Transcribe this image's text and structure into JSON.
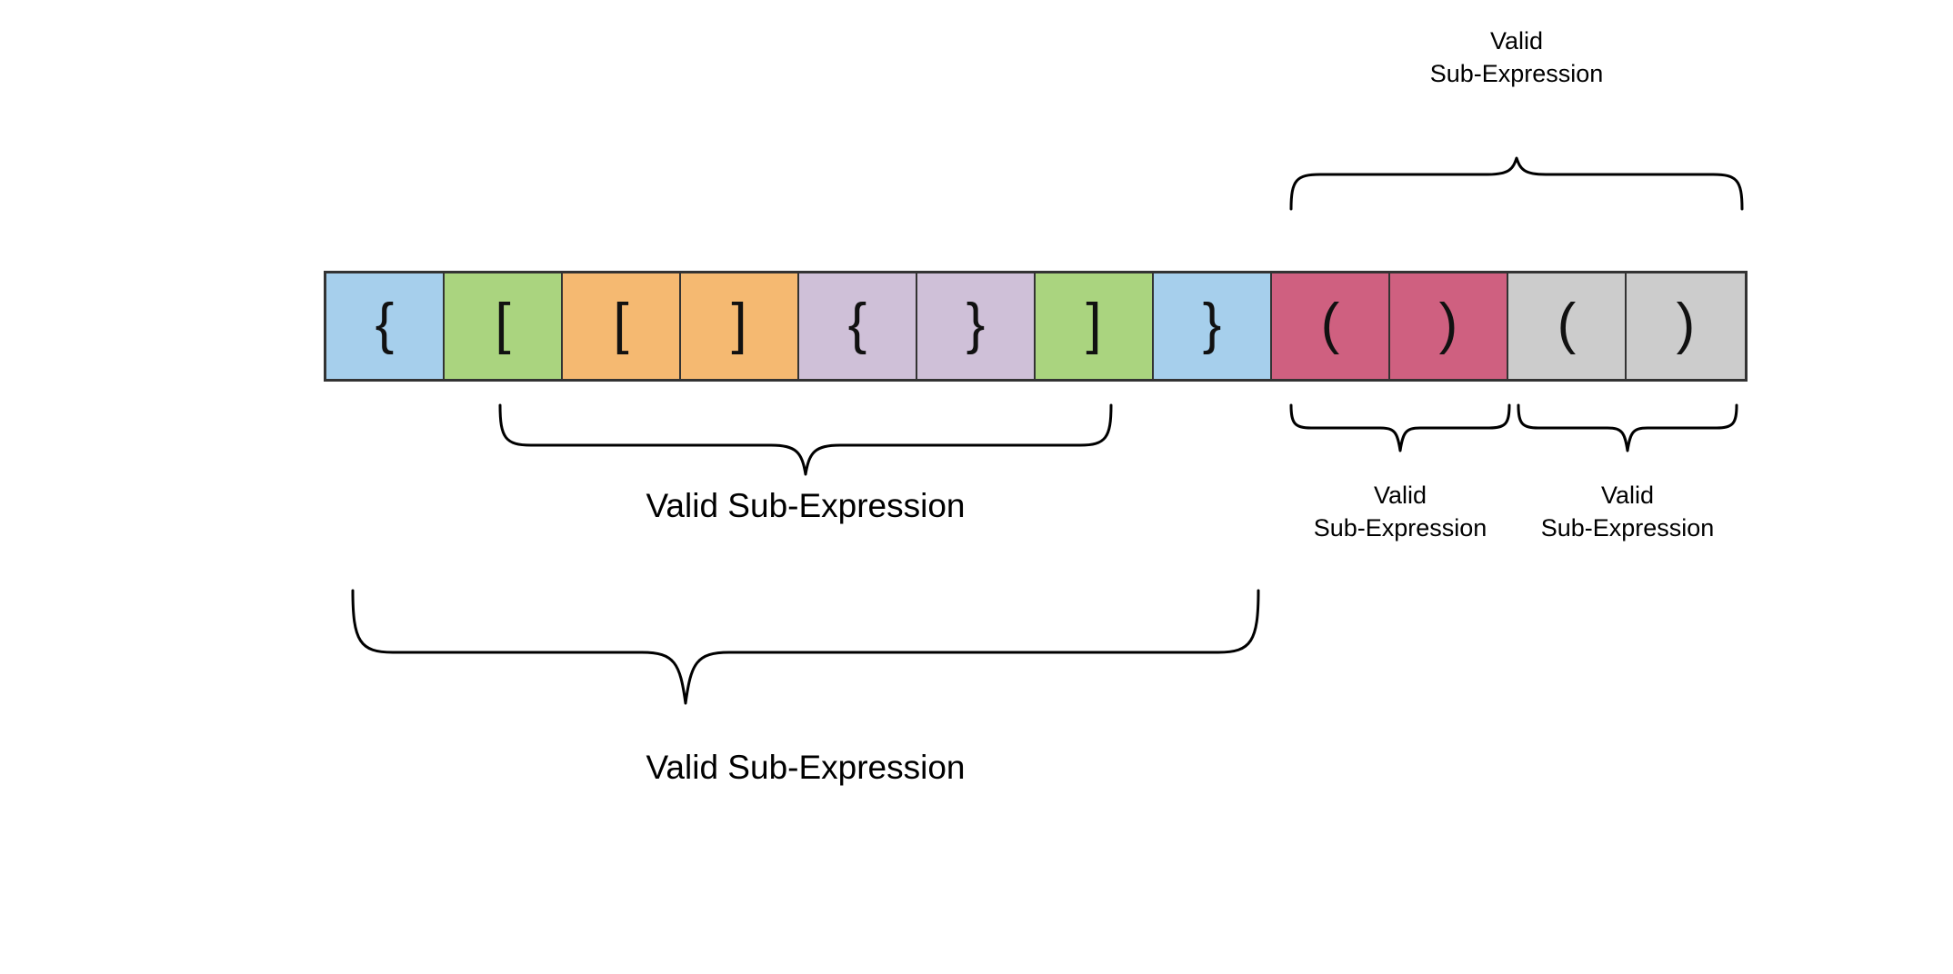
{
  "diagram": {
    "title": "Bracket expression validity diagram",
    "background_color": "#ffffff",
    "stroke_color": "#000000",
    "cell_border_color": "#333333"
  },
  "expression": {
    "sequence": "{ [ [ ] { } ] } ( ) ( )",
    "cells": [
      {
        "index": 1,
        "char": "{",
        "color": "#a6cfec",
        "color_name": "light-blue"
      },
      {
        "index": 2,
        "char": "[",
        "color": "#aad47f",
        "color_name": "green"
      },
      {
        "index": 3,
        "char": "[",
        "color": "#f5b971",
        "color_name": "orange"
      },
      {
        "index": 4,
        "char": "]",
        "color": "#f5b971",
        "color_name": "orange"
      },
      {
        "index": 5,
        "char": "{",
        "color": "#cfc0d8",
        "color_name": "purple"
      },
      {
        "index": 6,
        "char": "}",
        "color": "#cfc0d8",
        "color_name": "purple"
      },
      {
        "index": 7,
        "char": "]",
        "color": "#aad47f",
        "color_name": "green"
      },
      {
        "index": 8,
        "char": "}",
        "color": "#a6cfec",
        "color_name": "light-blue"
      },
      {
        "index": 9,
        "char": "(",
        "color": "#cf6080",
        "color_name": "crimson"
      },
      {
        "index": 10,
        "char": ")",
        "color": "#cf6080",
        "color_name": "crimson"
      },
      {
        "index": 11,
        "char": "(",
        "color": "#cccccc",
        "color_name": "gray"
      },
      {
        "index": 12,
        "char": ")",
        "color": "#cccccc",
        "color_name": "gray"
      }
    ]
  },
  "annotations": [
    {
      "id": "top-crimson-gray",
      "label": "Valid\nSub-Expression",
      "position": "above",
      "size": "small",
      "spans_cells": [
        9,
        12
      ]
    },
    {
      "id": "middle-green",
      "label": "Valid Sub-Expression",
      "position": "below",
      "size": "big",
      "spans_cells": [
        2,
        7
      ]
    },
    {
      "id": "below-crimson",
      "label": "Valid\nSub-Expression",
      "position": "below",
      "size": "small",
      "spans_cells": [
        9,
        10
      ]
    },
    {
      "id": "below-gray",
      "label": "Valid\nSub-Expression",
      "position": "below",
      "size": "small",
      "spans_cells": [
        11,
        12
      ]
    },
    {
      "id": "bottom-blue",
      "label": "Valid Sub-Expression",
      "position": "below",
      "size": "big",
      "spans_cells": [
        1,
        8
      ]
    }
  ]
}
